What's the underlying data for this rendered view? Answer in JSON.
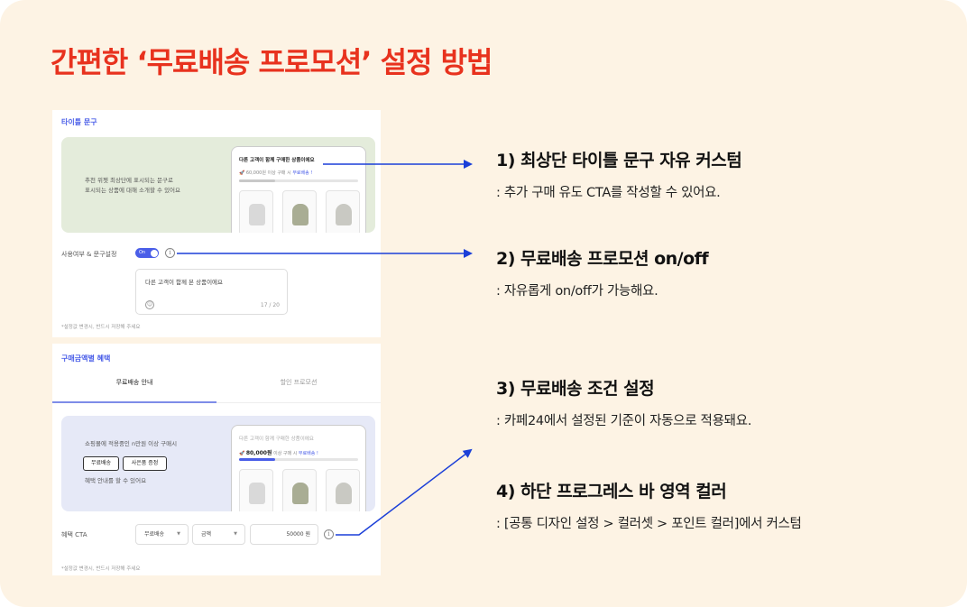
{
  "title": "간편한 ‘무료배송 프로모션’ 설정 방법",
  "colors": {
    "title": "#e8321e",
    "accent": "#4a5ee8",
    "arrow": "#1b3fd8",
    "background": "#fdf3e4"
  },
  "panel1": {
    "section_label": "타이틀 문구",
    "preview_desc_line1": "추천 위젯 최상단에 표시되는 문구로",
    "preview_desc_line2": "표시되는 상품에 대해 소개할 수 있어요",
    "phone_title": "다른 고객이 함께 구매한 상품이에요",
    "phone_rocket": "🚀",
    "phone_amount": "60,000원",
    "phone_sub_text": "이상 구매 시",
    "phone_highlight": "무료배송 !",
    "progress_fraction": 0.3,
    "toggle_row_label": "사용여부 & 문구설정",
    "toggle_text": "On",
    "info_icon_glyph": "i",
    "textarea_value": "다른 고객이 함께 본 상품이에요",
    "emoji_glyph": "☺",
    "char_count": "17 / 20",
    "note": "*설정값 변경시, 반드시 저장해 주세요"
  },
  "panel2": {
    "section_label": "구매금액별 혜택",
    "tabs": [
      {
        "label": "무료배송 안내",
        "active": true
      },
      {
        "label": "할인 프로모션",
        "active": false
      }
    ],
    "preview_desc": "쇼핑몰에 적용중인 n만원 이상 구매시",
    "chips": [
      "무료배송",
      "사은품 증정"
    ],
    "preview_desc2": "혜택 안내를 할 수 있어요",
    "phone_title": "다른 고객이 함께 구매한 상품이에요",
    "phone_rocket": "🚀",
    "phone_amount": "80,000원",
    "phone_sub_text": "이상 구매 시",
    "phone_highlight": "무료배송 !",
    "progress_fraction": 0.3,
    "cta_label": "혜택 CTA",
    "select1": "무료배송",
    "select2": "금액",
    "amount_input": "50000 원",
    "caret": "▼",
    "info_icon_glyph": "i",
    "note": "*설정값 변경시, 반드시 저장해 주세요"
  },
  "callouts": [
    {
      "heading": "1) 최상단 타이틀 문구 자유 커스텀",
      "desc": ": 추가 구매 유도 CTA를 작성할 수 있어요."
    },
    {
      "heading": "2) 무료배송 프로모션 on/off",
      "desc": ": 자유롭게 on/off가 가능해요."
    },
    {
      "heading": "3) 무료배송 조건 설정",
      "desc": ": 카페24에서 설정된 기준이 자동으로 적용돼요."
    },
    {
      "heading": "4) 하단 프로그레스 바 영역 컬러",
      "desc": ": [공통 디자인 설정 > 컬러셋 > 포인트 컬러]에서 커스텀"
    }
  ]
}
